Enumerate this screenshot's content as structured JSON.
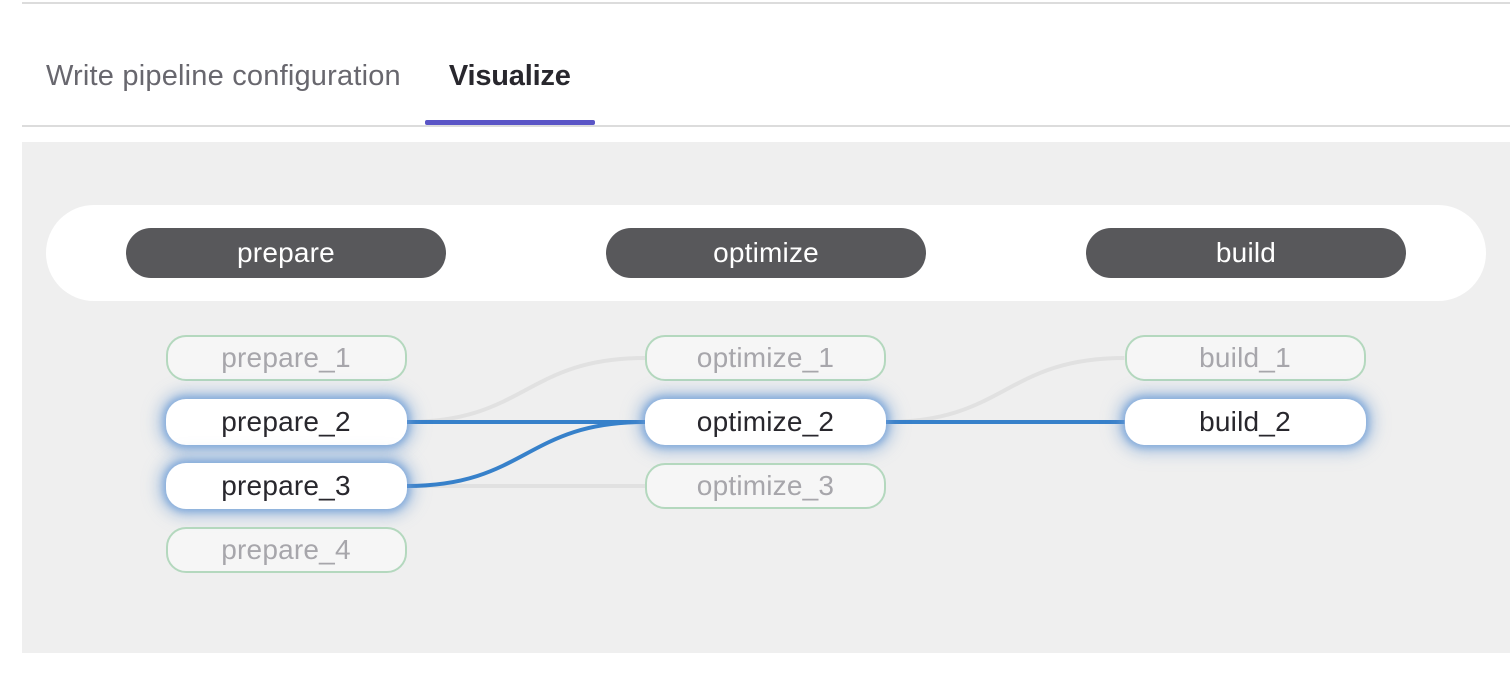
{
  "tabs": [
    {
      "label": "Write pipeline configuration",
      "active": false
    },
    {
      "label": "Visualize",
      "active": true
    }
  ],
  "pipeline": {
    "stages": [
      {
        "name": "prepare",
        "jobs": [
          {
            "name": "prepare_1",
            "highlighted": false
          },
          {
            "name": "prepare_2",
            "highlighted": true
          },
          {
            "name": "prepare_3",
            "highlighted": true
          },
          {
            "name": "prepare_4",
            "highlighted": false
          }
        ]
      },
      {
        "name": "optimize",
        "jobs": [
          {
            "name": "optimize_1",
            "highlighted": false
          },
          {
            "name": "optimize_2",
            "highlighted": true
          },
          {
            "name": "optimize_3",
            "highlighted": false
          }
        ]
      },
      {
        "name": "build",
        "jobs": [
          {
            "name": "build_1",
            "highlighted": false
          },
          {
            "name": "build_2",
            "highlighted": true
          }
        ]
      }
    ],
    "links": [
      {
        "from": "prepare_2",
        "to": "optimize_1",
        "highlighted": false
      },
      {
        "from": "prepare_2",
        "to": "optimize_2",
        "highlighted": true
      },
      {
        "from": "prepare_3",
        "to": "optimize_2",
        "highlighted": true
      },
      {
        "from": "prepare_3",
        "to": "optimize_3",
        "highlighted": false
      },
      {
        "from": "optimize_2",
        "to": "build_1",
        "highlighted": false
      },
      {
        "from": "optimize_2",
        "to": "build_2",
        "highlighted": true
      }
    ]
  },
  "colors": {
    "active_tab_indicator": "#5a55c6",
    "highlighted_link": "#3781ca",
    "dim_link": "#e1e1e1",
    "stage_pill_background": "#58585b",
    "graph_background": "#efefef",
    "dim_job_border": "#b4d8be"
  }
}
